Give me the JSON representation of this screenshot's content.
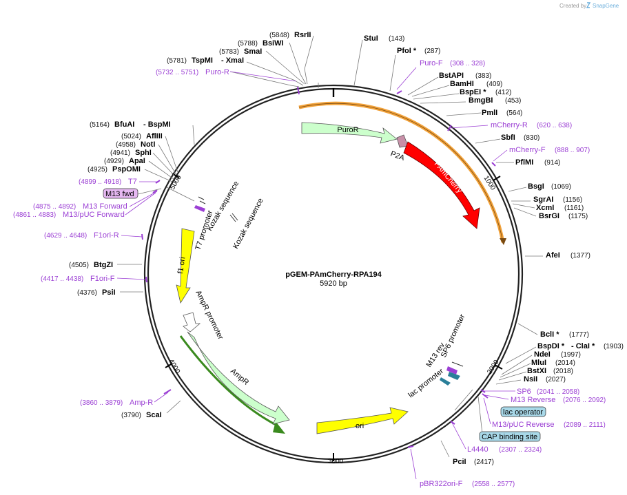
{
  "brand": {
    "created_by": "Created by",
    "name": "SnapGene"
  },
  "plasmid": {
    "name": "pGEM-PAmCherry-RPA194",
    "size": "5920 bp"
  },
  "ticks": [
    "1000",
    "2000",
    "3000",
    "4000",
    "5000"
  ],
  "features": {
    "puror": "PuroR",
    "p2a": "P2A",
    "pamcherry": "PAmCherry",
    "f1ori": "f1 ori",
    "ampr_promoter": "AmpR promoter",
    "ampr": "AmpR",
    "ori": "ori",
    "t7_promoter": "T7 promoter",
    "kozak1": "Kozak sequence",
    "kozak2": "Kozak sequence",
    "m13rev": "M13 rev",
    "sp6promoter": "SP6 promoter",
    "lacpromoter": "lac promoter"
  },
  "boxed": {
    "m13fwd": "M13 fwd",
    "lac_operator": "lac operator",
    "cap_site": "CAP binding site"
  },
  "sites": {
    "rsri": {
      "pos": "(5848)",
      "name": "RsrII"
    },
    "bsiwi": {
      "pos": "(5788)",
      "name": "BsiWI"
    },
    "smai": {
      "pos": "(5783)",
      "name": "SmaI"
    },
    "tspmi": {
      "pos": "(5781)",
      "name": "TspMI",
      "extra": "- XmaI"
    },
    "stui": {
      "pos": "(143)",
      "name": "StuI"
    },
    "pfoi": {
      "pos": "(287)",
      "name": "PfoI *"
    },
    "bstapi": {
      "pos": "(383)",
      "name": "BstAPI"
    },
    "bamhi": {
      "pos": "(409)",
      "name": "BamHI"
    },
    "bspei": {
      "pos": "(412)",
      "name": "BspEI *"
    },
    "bmgbi": {
      "pos": "(453)",
      "name": "BmgBI"
    },
    "pmli": {
      "pos": "(564)",
      "name": "PmlI"
    },
    "sbfi": {
      "pos": "(830)",
      "name": "SbfI"
    },
    "pflmi": {
      "pos": "(914)",
      "name": "PflMI"
    },
    "bsgi": {
      "pos": "(1069)",
      "name": "BsgI"
    },
    "sgrai": {
      "pos": "(1156)",
      "name": "SgrAI"
    },
    "xcmi": {
      "pos": "(1161)",
      "name": "XcmI"
    },
    "bsrgi": {
      "pos": "(1175)",
      "name": "BsrGI"
    },
    "afei": {
      "pos": "(1377)",
      "name": "AfeI"
    },
    "bcli": {
      "pos": "(1777)",
      "name": "BclI *"
    },
    "bspdi": {
      "pos": "(1903)",
      "name": "BspDI *",
      "extra": "- ClaI *"
    },
    "ndei": {
      "pos": "(1997)",
      "name": "NdeI"
    },
    "mlui": {
      "pos": "(2014)",
      "name": "MluI"
    },
    "bstxi": {
      "pos": "(2018)",
      "name": "BstXI"
    },
    "nsii": {
      "pos": "(2027)",
      "name": "NsiI"
    },
    "pcii": {
      "pos": "(2417)",
      "name": "PciI"
    },
    "scai": {
      "pos": "(3790)",
      "name": "ScaI"
    },
    "psii": {
      "pos": "(4376)",
      "name": "PsiI"
    },
    "btgzi": {
      "pos": "(4505)",
      "name": "BtgZI"
    },
    "pspomi": {
      "pos": "(4925)",
      "name": "PspOMI"
    },
    "apai": {
      "pos": "(4929)",
      "name": "ApaI"
    },
    "sphi": {
      "pos": "(4941)",
      "name": "SphI"
    },
    "noti": {
      "pos": "(4958)",
      "name": "NotI"
    },
    "afliii": {
      "pos": "(5024)",
      "name": "AflIII"
    },
    "bfuai": {
      "pos": "(5164)",
      "name": "BfuAI",
      "extra": "- BspMI"
    }
  },
  "primers": {
    "puro_r": {
      "name": "Puro-R",
      "range": "(5732 .. 5751)"
    },
    "puro_f": {
      "name": "Puro-F",
      "range": "(308 .. 328)"
    },
    "mcherry_r": {
      "name": "mCherry-R",
      "range": "(620 .. 638)"
    },
    "mcherry_f": {
      "name": "mCherry-F",
      "range": "(888 .. 907)"
    },
    "t7": {
      "name": "T7",
      "range": "(4899 .. 4918)"
    },
    "m13_forward": {
      "name": "M13 Forward",
      "range": "(4875 .. 4892)"
    },
    "m13puc_forward": {
      "name": "M13/pUC Forward",
      "range": "(4861 .. 4883)"
    },
    "f1ori_r": {
      "name": "F1ori-R",
      "range": "(4629 .. 4648)"
    },
    "f1ori_f": {
      "name": "F1ori-F",
      "range": "(4417 .. 4438)"
    },
    "amp_r": {
      "name": "Amp-R",
      "range": "(3860 .. 3879)"
    },
    "sp6": {
      "name": "SP6",
      "range": "(2041 .. 2058)"
    },
    "m13_reverse": {
      "name": "M13 Reverse",
      "range": "(2076 .. 2092)"
    },
    "m13puc_reverse": {
      "name": "M13/pUC Reverse",
      "range": "(2089 .. 2111)"
    },
    "l4440": {
      "name": "L4440",
      "range": "(2307 .. 2324)"
    },
    "pbr322ori_f": {
      "name": "pBR322ori-F",
      "range": "(2558 .. 2577)"
    }
  },
  "colors": {
    "backbone": "#222222",
    "primer": "#9b3fd4",
    "pamcherry": "#ff0000",
    "puror": "#ccffcc",
    "ampr": "#ccffcc",
    "ori": "#ffff00",
    "f1ori": "#ffff00",
    "orange_arc": "#f2a23a",
    "green_arc": "#3a8a1e",
    "p2a": "#c890a8",
    "lac_operator": "#a8d8e8",
    "cap_site": "#a8d8e8",
    "m13fwd_box": "#e6b8f2"
  }
}
